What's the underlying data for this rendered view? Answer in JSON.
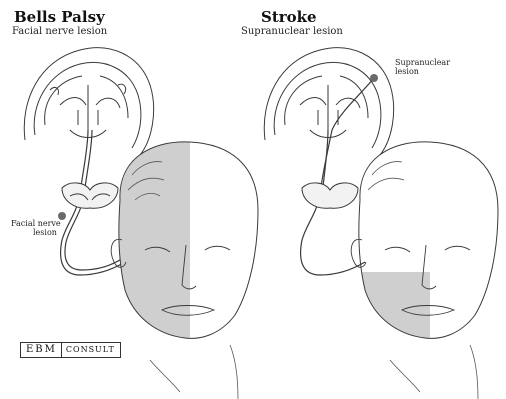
{
  "left_panel": {
    "title": "Bells Palsy",
    "subtitle": "Facial nerve lesion",
    "lesion_label_line1": "Facial nerve",
    "lesion_label_line2": "lesion"
  },
  "right_panel": {
    "title": "Stroke",
    "subtitle": "Supranuclear lesion",
    "lesion_label_line1": "Supranuclear",
    "lesion_label_line2": "lesion"
  },
  "logo": {
    "part1": "EBM",
    "part2": "CONSULT"
  },
  "colors": {
    "shade": "#cfcfcf",
    "line": "#3a3a3a",
    "lesion": "#6a6a6a"
  }
}
